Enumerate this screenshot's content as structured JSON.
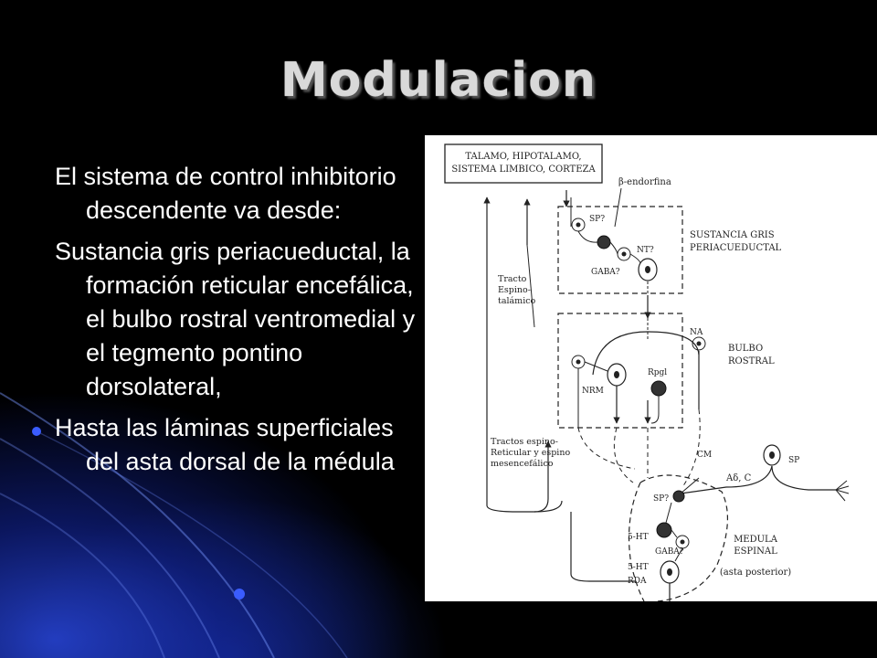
{
  "slide": {
    "title": "Modulacion",
    "paragraphs": [
      "El sistema de control inhibitorio descendente va desde:",
      "Sustancia gris periacueductal, la formación reticular encefálica, el bulbo rostral ventromedial  y el tegmento pontino dorsolateral,",
      "Hasta las láminas superficiales del asta dorsal de la médula"
    ]
  },
  "diagram": {
    "top_box": [
      "TALAMO, HIPOTALAMO,",
      "SISTEMA LIMBICO, CORTEZA"
    ],
    "beta_endorfina": "β-endorfina",
    "region_pag": [
      "SUSTANCIA GRIS",
      "PERIACUEDUCTAL"
    ],
    "region_bulbo": [
      "BULBO",
      "ROSTRAL"
    ],
    "region_medula": [
      "MEDULA",
      "ESPINAL",
      "(asta posterior)"
    ],
    "tracto_espinotalamico": [
      "Tracto",
      "Espino-",
      "talámico"
    ],
    "tractos_espinoreticular": [
      "Tractos espino-",
      "Reticular y espino",
      "mesencefálico"
    ],
    "labels": {
      "sp_q1": "SP?",
      "nt_q": "NT?",
      "gaba_q1": "GABA?",
      "na": "NA",
      "rpgl": "Rpgl",
      "nrm": "NRM",
      "cm": "CM",
      "ad_c": "Aδ, C",
      "sp": "SP",
      "sp_q2": "SP?",
      "ht1": "5-HT",
      "gaba_q2": "GABA?",
      "ht2": "5-HT",
      "rda": "RDA"
    }
  },
  "colors": {
    "background": "#000000",
    "accent_blue": "#2846dc",
    "title": "#d9d9d9",
    "text": "#ffffff"
  }
}
